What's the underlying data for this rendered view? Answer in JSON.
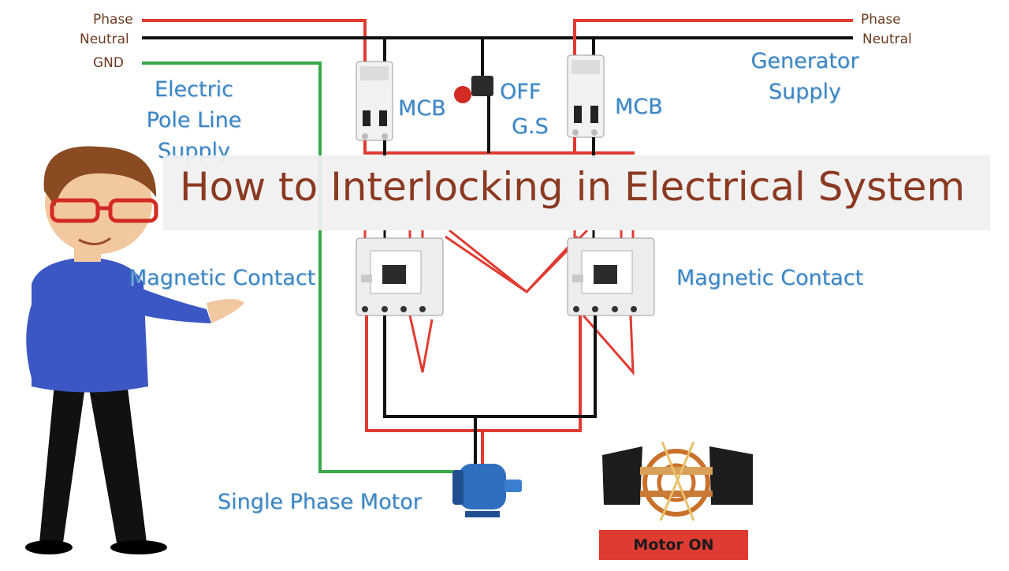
{
  "title": "How to Interlocking in Electrical System",
  "supply_left": {
    "phase": "Phase",
    "neutral": "Neutral",
    "gnd": "GND",
    "name_lines": [
      "Electric",
      "Pole Line",
      "Supply"
    ]
  },
  "supply_right": {
    "phase": "Phase",
    "neutral": "Neutral",
    "name_lines": [
      "Generator",
      "Supply"
    ]
  },
  "breakers": {
    "left_label": "MCB",
    "right_label": "MCB"
  },
  "switch": {
    "off_label": "OFF",
    "gs_label": "G.S"
  },
  "contactors": {
    "left_label": "Magnetic Contact",
    "right_label": "Magnetic Contact"
  },
  "motor": {
    "label": "Single Phase Motor",
    "status": "Motor ON"
  },
  "colors": {
    "phase": "#e03b32",
    "neutral": "#111111",
    "ground": "#3aa84a",
    "title": "#8b3a22",
    "labels": "#3b86c6"
  }
}
